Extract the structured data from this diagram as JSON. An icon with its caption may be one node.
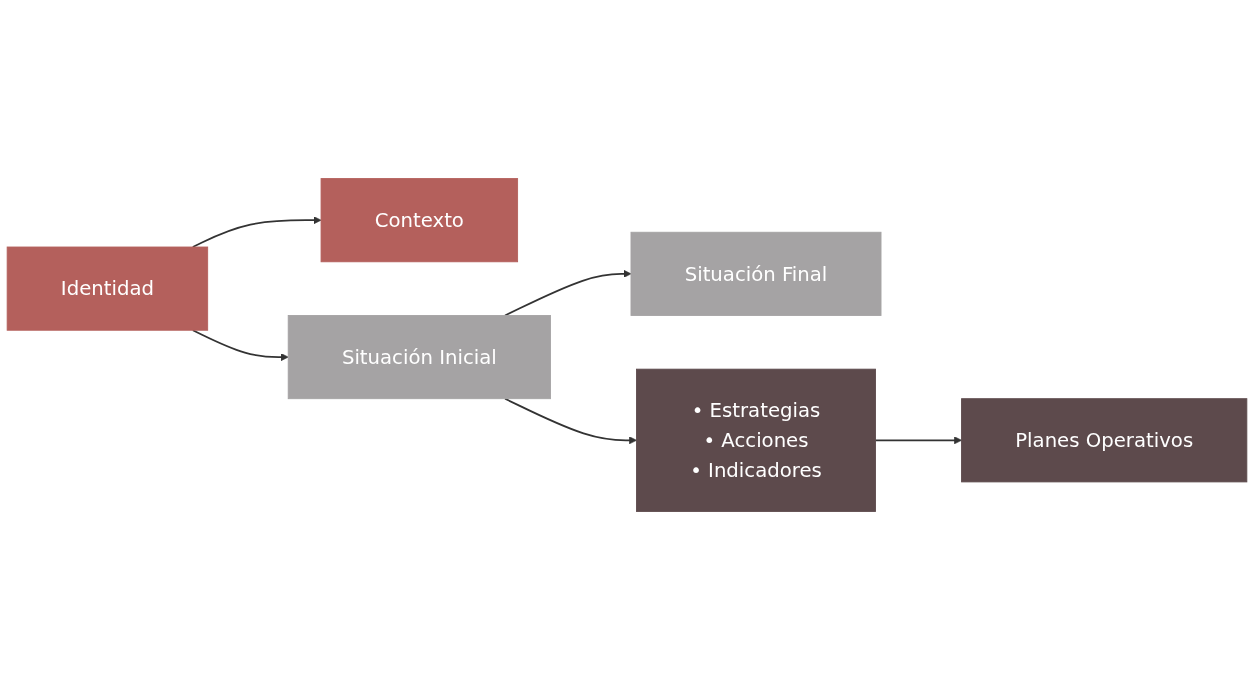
{
  "diagram": {
    "nodes": [
      {
        "text": [
          "Identidad"
        ]
      },
      {
        "text": [
          "Contexto"
        ]
      },
      {
        "text": [
          "Situación Inicial"
        ]
      },
      {
        "text": [
          "Situación Final"
        ]
      },
      {
        "text": [
          "• Estrategias",
          "• Acciones",
          "• Indicadores"
        ]
      },
      {
        "text": [
          "Planes Operativos"
        ]
      }
    ],
    "edges": [
      {
        "from": 0,
        "to": 1,
        "arrow": "to"
      },
      {
        "from": 0,
        "to": 2,
        "arrow": "to"
      },
      {
        "from": 2,
        "to": 3,
        "arrow": "to"
      },
      {
        "from": 2,
        "to": 4,
        "arrow": "to"
      },
      {
        "from": 4,
        "to": 5,
        "arrow": "to"
      }
    ]
  }
}
